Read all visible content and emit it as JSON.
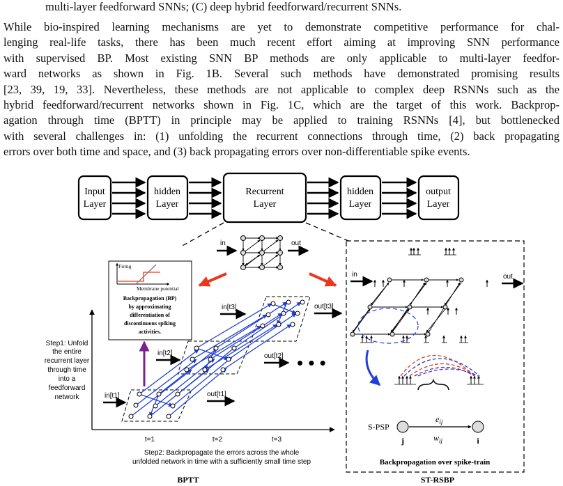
{
  "caption_tail": "multi-layer feedforward SNNs; (C) deep hybrid feedforward/recurrent SNNs.",
  "paragraph": [
    "While bio-inspired learning mechanisms are yet to demonstrate competitive performance for chal-",
    "lenging real-life tasks, there has been much recent effort aiming at improving SNN performance",
    "with supervised BP. Most existing SNN BP methods are only applicable to multi-layer feedfor-",
    "ward networks as shown in Fig. 1B. Several such methods have demonstrated promising results",
    "[23, 39, 19, 33]. Nevertheless, these methods are not applicable to complex deep RSNNs such as the",
    "hybrid feedforward/recurrent networks shown in Fig. 1C, which are the target of this work. Backprop-",
    "agation through time (BPTT) in principle may be applied to training RSNNs [4], but bottlenecked",
    "with several challenges in: (1) unfolding the recurrent connections through time, (2) back propagating",
    "errors over both time and space, and (3) back propagating errors over non-differentiable spike events."
  ],
  "figure": {
    "layers": {
      "input": [
        "Input",
        "Layer"
      ],
      "hidden1": [
        "hidden",
        "Layer"
      ],
      "recurrent": [
        "Recurrent",
        "Layer"
      ],
      "hidden2": [
        "hidden",
        "Layer"
      ],
      "output": [
        "output",
        "Layer"
      ]
    },
    "top_net": {
      "in": "in",
      "out": "out"
    },
    "inset": {
      "firing": "Firing",
      "membrane": "Membrane potential",
      "text": [
        "Backpropagation (BP)",
        "by  approximating",
        "differentiation of",
        "discontinuous spiking",
        "activities."
      ]
    },
    "step1": [
      "Step1: Unfold",
      "the entire",
      "recurrent layer",
      "through time",
      "into a",
      "feedforward",
      "network"
    ],
    "unfold": {
      "in_t1": "in[t1]",
      "in_t2": "in[t2]",
      "in_t3": "in[t3]",
      "out_t1": "out[t1]",
      "out_t2": "out[t2]",
      "out_t3": "out[t3]",
      "ellipsis": "• • •"
    },
    "time_ticks": [
      "t=1",
      "t=2",
      "t=3"
    ],
    "step2": [
      "Step2: Backpropagate the errors across the whole",
      "unfolded network in time with a sufficiently small time step"
    ],
    "bptt_label": "BPTT",
    "strsbp": {
      "in": "in",
      "out": "out",
      "spsp": "S-PSP",
      "e_ij": "e",
      "e_sub": "ij",
      "w_ij": "w",
      "w_sub": "ij",
      "node_j": "j",
      "node_i": "i",
      "caption": "Backpropagation over spike-train",
      "label": "ST-RSBP"
    },
    "colors": {
      "blue": "#1f3fd6",
      "red": "#e8391e",
      "purple": "#7b1f8f",
      "orange": "#ff6600"
    }
  }
}
